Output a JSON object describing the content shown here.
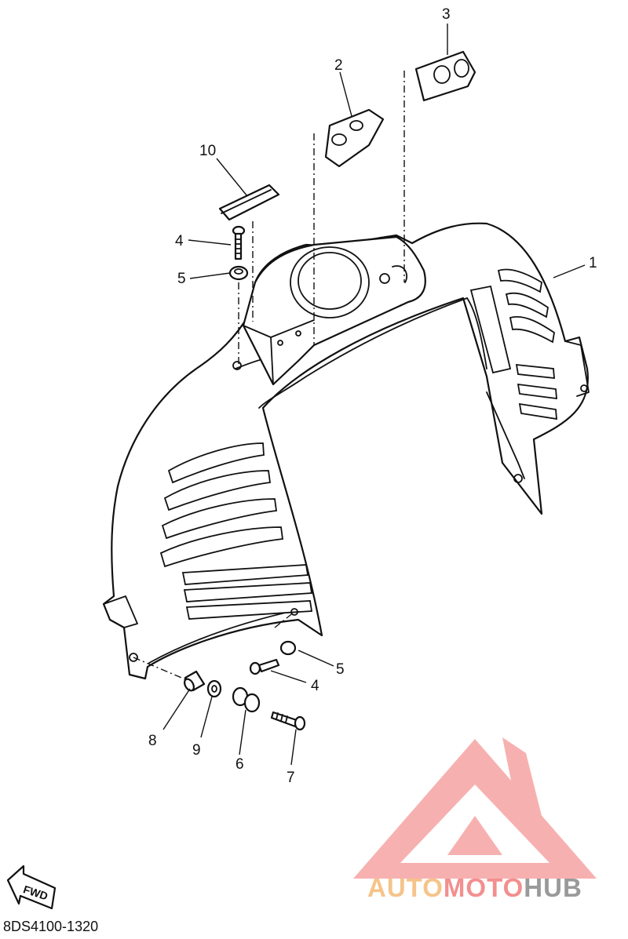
{
  "callouts": {
    "c1": "1",
    "c2": "2",
    "c3": "3",
    "c4a": "4",
    "c4b": "4",
    "c5a": "5",
    "c5b": "5",
    "c6": "6",
    "c7": "7",
    "c8": "8",
    "c9": "9",
    "c10": "10"
  },
  "fwd_label": "FWD",
  "diagram_code": "8DS4100-1320",
  "watermark": {
    "part1": "AUTO",
    "part2": "MOTO",
    "part3": "HUB",
    "colors": {
      "auto": "#f5c48a",
      "moto": "#f38f8f",
      "hub": "#9a9a9a",
      "logo": "#f59a9a"
    }
  }
}
